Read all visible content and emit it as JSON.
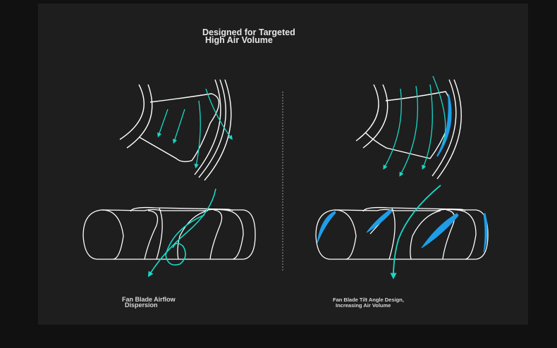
{
  "title": {
    "line1": "Designed for Targeted",
    "line2": "High Air Volume"
  },
  "left": {
    "caption_line1": "Fan Blade Airflow",
    "caption_line2": "Dispersion"
  },
  "right": {
    "caption_line1": "Fan Blade Tilt Angle Design,",
    "caption_line2": "Increasing Air Volume"
  },
  "colors": {
    "outline": "#ffffff",
    "airflow": "#19d8c6",
    "blade_highlight": "#1e9ee8",
    "background": "#1e1e1e"
  }
}
